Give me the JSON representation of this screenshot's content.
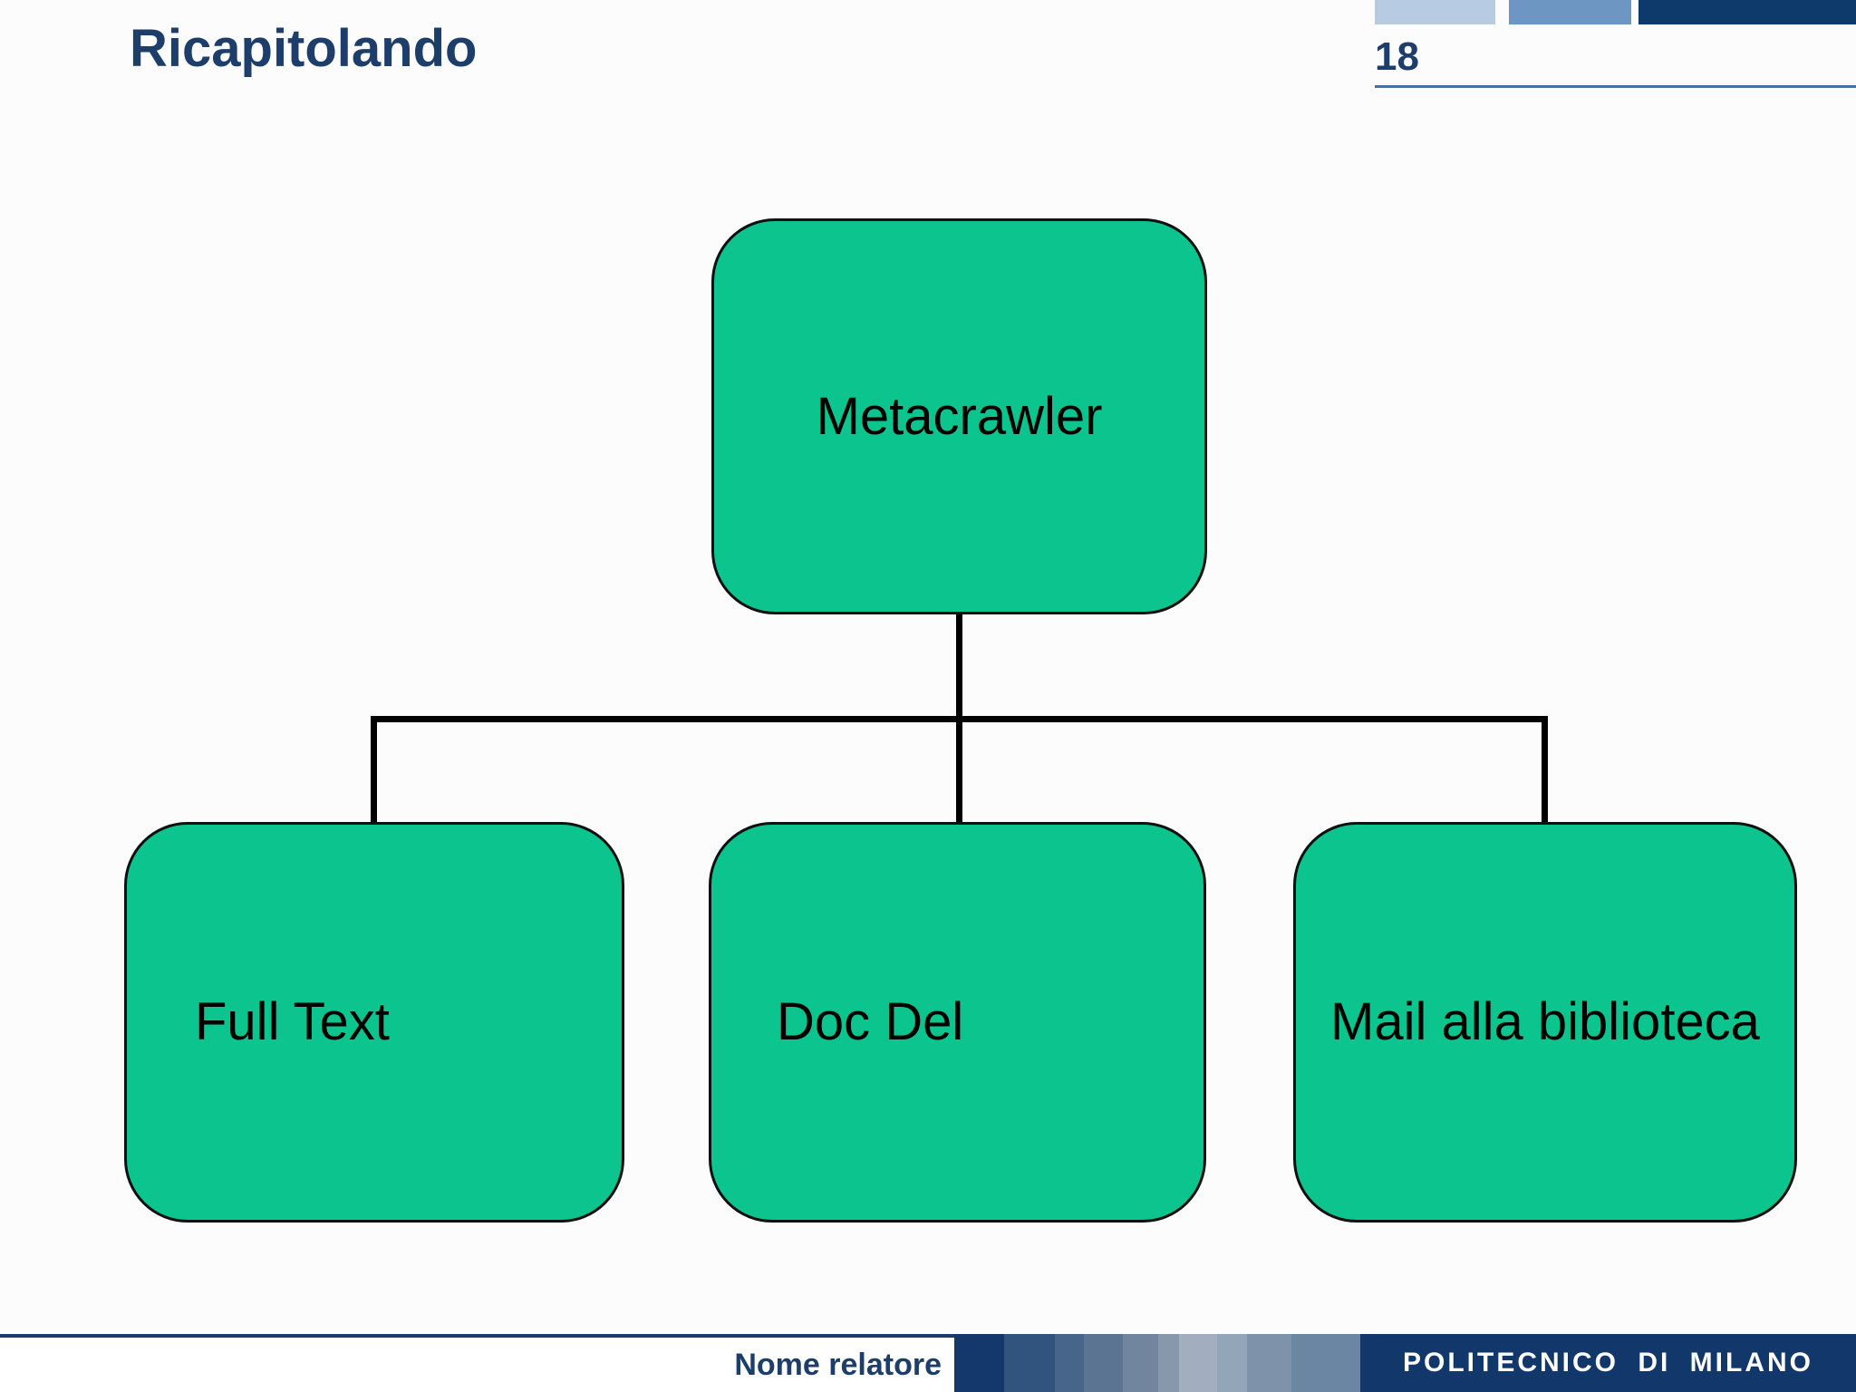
{
  "slide": {
    "title": "Ricapitolando",
    "page_number": "18",
    "colors": {
      "title_navy": "#1d3e6a",
      "rule_slate": "#4a6f99",
      "footer_line_navy": "#1b3c6e"
    },
    "header_bars": [
      {
        "name": "light",
        "color": "#b7cbe2"
      },
      {
        "name": "medium",
        "color": "#6e96c3"
      },
      {
        "name": "dark",
        "color": "#0e3a6b"
      }
    ],
    "diagram": {
      "node_fill": "#0bc48e",
      "node_border": "#101010",
      "connector_color": "#000000",
      "root": {
        "label": "Metacrawler"
      },
      "children": [
        {
          "label": "Full Text"
        },
        {
          "label": "Doc Del"
        },
        {
          "label": "Mail alla biblioteca"
        }
      ]
    },
    "footer": {
      "presenter": "Nome relatore",
      "brand": "POLITECNICO DI MILANO",
      "brand_bar_color": "#12386b",
      "strip": {
        "bands": [
          {
            "width": 55,
            "color": "#14386b"
          },
          {
            "width": 56,
            "color": "#31547e"
          },
          {
            "width": 32,
            "color": "#47658b"
          },
          {
            "width": 43,
            "color": "#5a7492"
          },
          {
            "width": 39,
            "color": "#71869e"
          },
          {
            "width": 23,
            "color": "#8798ad"
          },
          {
            "width": 42,
            "color": "#a2aec0"
          },
          {
            "width": 33,
            "color": "#93a5b8"
          },
          {
            "width": 49,
            "color": "#7e92aa"
          },
          {
            "width": 76,
            "color": "#6b86a2"
          }
        ]
      }
    }
  }
}
